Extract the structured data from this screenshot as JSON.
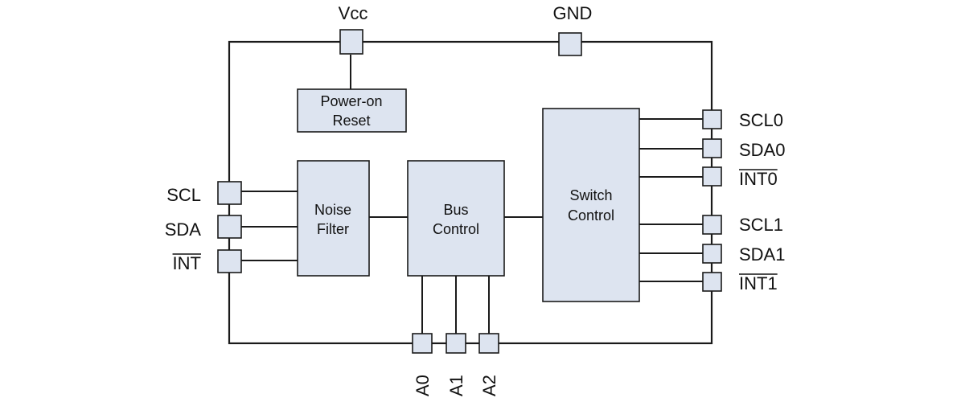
{
  "pins": {
    "vcc": "Vcc",
    "gnd": "GND",
    "scl": "SCL",
    "sda": "SDA",
    "int": "INT",
    "scl0": "SCL0",
    "sda0": "SDA0",
    "int0": "INT0",
    "scl1": "SCL1",
    "sda1": "SDA1",
    "int1": "INT1",
    "a0": "A0",
    "a1": "A1",
    "a2": "A2"
  },
  "blocks": {
    "power_on_reset": [
      "Power-on",
      "Reset"
    ],
    "noise_filter": [
      "Noise",
      "Filter"
    ],
    "bus_control": [
      "Bus",
      "Control"
    ],
    "switch_control": [
      "Switch",
      "Control"
    ]
  },
  "overbarred_pins": [
    "INT",
    "INT0",
    "INT1"
  ],
  "colors": {
    "block_fill": "#dde4f0",
    "line": "#1a1a1a"
  }
}
